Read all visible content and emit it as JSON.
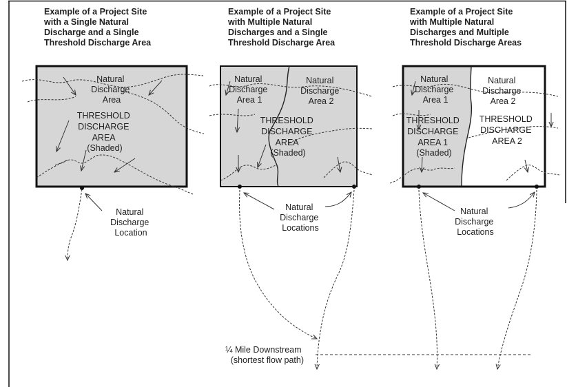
{
  "colors": {
    "shade": "#d6d6d6",
    "ink": "#111111",
    "flow": "#333333"
  },
  "panels": [
    {
      "title_lines": [
        "Example of a Project Site",
        "with a Single Natural",
        "Discharge and a Single",
        "Threshold Discharge Area"
      ],
      "area_label_lines": [
        "Natural",
        "Discharge",
        "Area"
      ],
      "threshold_label_lines": [
        "THRESHOLD",
        "DISCHARGE",
        "AREA",
        "(Shaded)"
      ],
      "location_label_lines": [
        "Natural",
        "Discharge",
        "Location"
      ]
    },
    {
      "title_lines": [
        "Example of a Project Site",
        "with Multiple Natural",
        "Discharges and a Single",
        "Threshold Discharge Area"
      ],
      "area1_label_lines": [
        "Natural",
        "Discharge",
        "Area 1"
      ],
      "area2_label_lines": [
        "Natural",
        "Discharge",
        "Area 2"
      ],
      "threshold_label_lines": [
        "THRESHOLD",
        "DISCHARGE",
        "AREA",
        "(Shaded)"
      ],
      "location_label_lines": [
        "Natural",
        "Discharge",
        "Locations"
      ]
    },
    {
      "title_lines": [
        "Example of a Project Site",
        "with Multiple Natural",
        "Discharges and Multiple",
        "Threshold Discharge Areas"
      ],
      "area1_label_lines": [
        "Natural",
        "Discharge",
        "Area 1"
      ],
      "area2_label_lines": [
        "Natural",
        "Discharge",
        "Area 2"
      ],
      "threshold1_label_lines": [
        "THRESHOLD",
        "DISCHARGE",
        "AREA 1",
        "(Shaded)"
      ],
      "threshold2_label_lines": [
        "THRESHOLD",
        "DISCHARGE",
        "AREA 2"
      ],
      "location_label_lines": [
        "Natural",
        "Discharge",
        "Locations"
      ]
    }
  ],
  "downstream_label_lines": [
    "¼ Mile Downstream",
    "(shortest flow path)"
  ]
}
